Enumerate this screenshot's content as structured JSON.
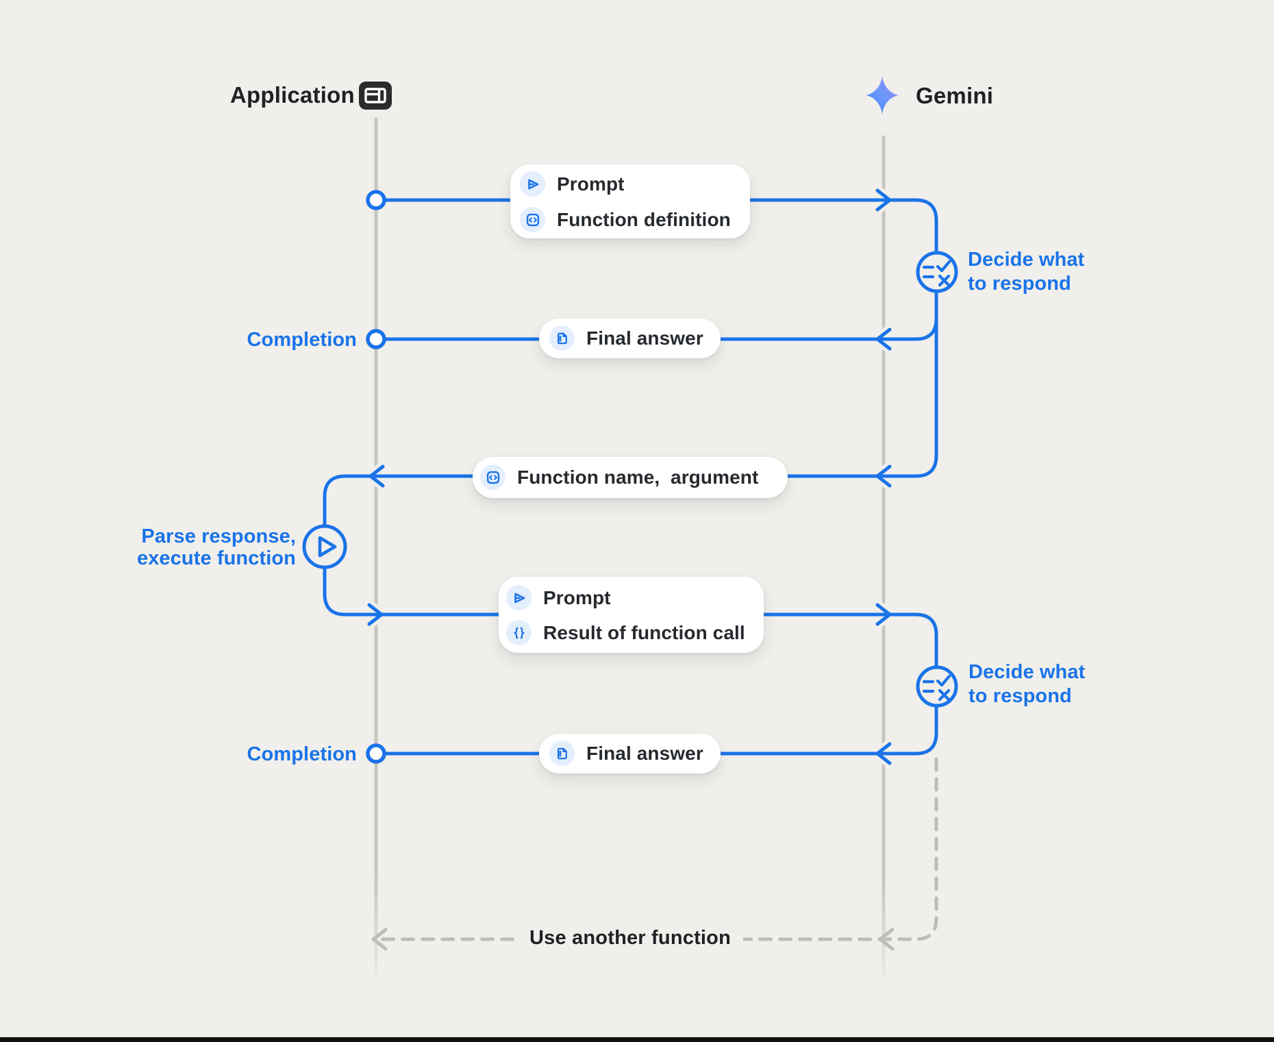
{
  "colors": {
    "background": "#F0EFEB",
    "accent_blue": "#1A73E8",
    "lifeline_gray": "#C6C5C0",
    "dash_gray": "#BDBCB7",
    "dark_text": "#202124",
    "box_white": "#FFFFFF",
    "icon_chip_blue": "#E4EEFD",
    "gemini_gradient_start": "#4480F4",
    "gemini_gradient_end": "#9E7BF3"
  },
  "header": {
    "application_label": "Application",
    "gemini_label": "Gemini"
  },
  "icons": {
    "app_window_icon": "application window layout",
    "gemini_sparkle_icon": "four point gradient star",
    "send_prompt_icon": "outlined play triangle with line",
    "code_brackets_icon": "rounded square with angle brackets",
    "document_icon": "page with folded corner and dots",
    "braces_icon": "curly braces",
    "decide_checklist_icon": "list with check and cross",
    "execute_play_icon": "outlined play triangle"
  },
  "boxes": {
    "prompt_definition": {
      "row1": "Prompt",
      "row2": "Function definition"
    },
    "final_answer_1": {
      "label": "Final answer"
    },
    "function_name": {
      "label": "Function name,  argument"
    },
    "prompt_result": {
      "row1": "Prompt",
      "row2": "Result of function call"
    },
    "final_answer_2": {
      "label": "Final answer"
    }
  },
  "annotations": {
    "completion_1": "Completion",
    "completion_2": "Completion",
    "decide_1": {
      "line1": "Decide what",
      "line2": "to respond"
    },
    "decide_2": {
      "line1": "Decide what",
      "line2": "to respond"
    },
    "parse": {
      "line1": "Parse response,",
      "line2": "execute function"
    },
    "loop_label": "Use another function"
  }
}
